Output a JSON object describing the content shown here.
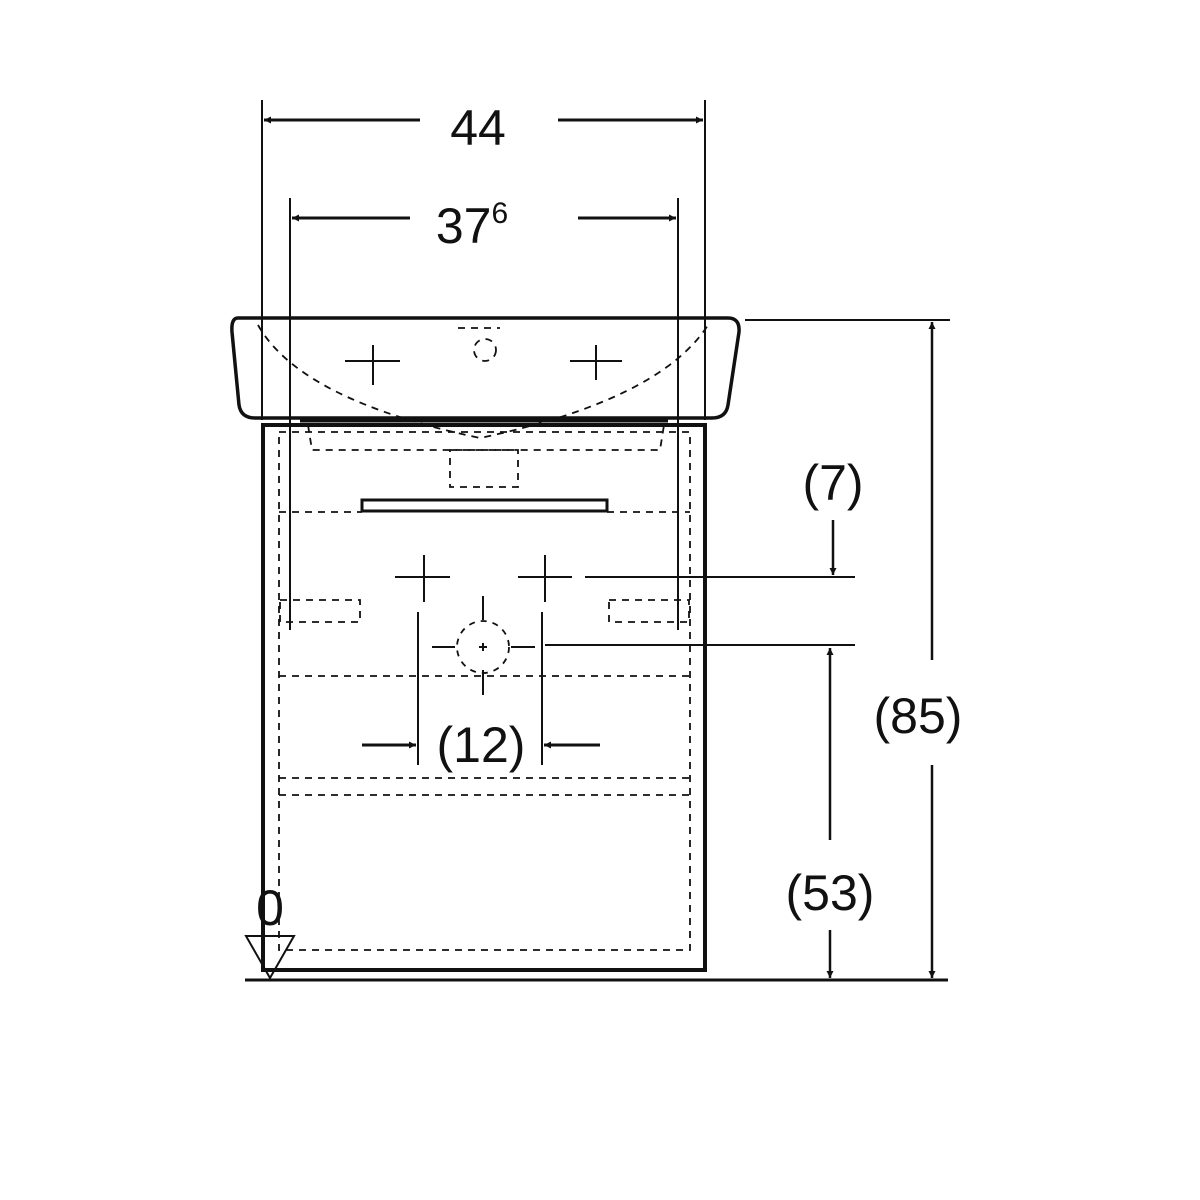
{
  "dimensions": {
    "overall_width": "44",
    "inner_width": "37",
    "inner_width_sup": "6",
    "tap_offset": "(7)",
    "total_height": "(85)",
    "waste_spacing": "(12)",
    "waste_height": "(53)",
    "floor_level": "0"
  },
  "colors": {
    "line": "#111111",
    "background": "#ffffff"
  }
}
